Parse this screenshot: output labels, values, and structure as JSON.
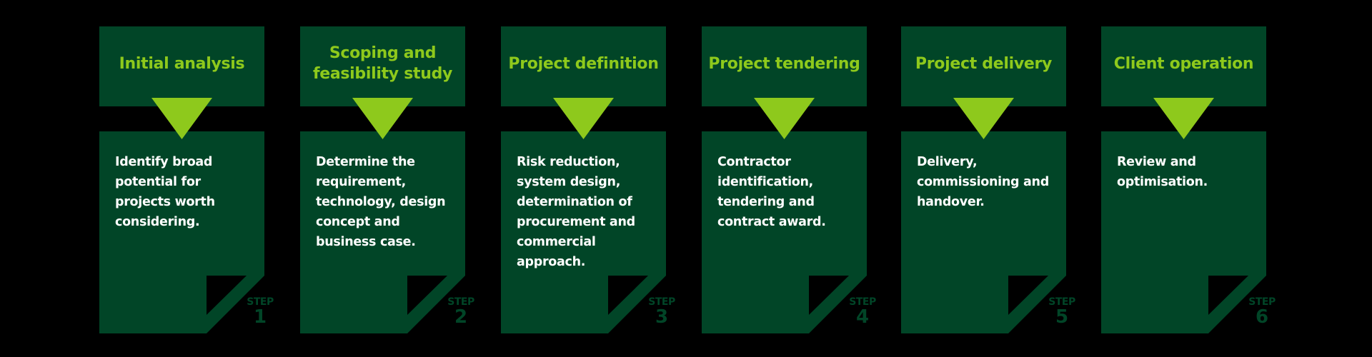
{
  "colors": {
    "background": "#000000",
    "card": "#014527",
    "accent": "#8ec91c",
    "body_text": "#ffffff"
  },
  "steps": [
    {
      "title": "Initial analysis",
      "description": "Identify broad potential for projects worth considering.",
      "step_word": "STEP",
      "step_number": "1"
    },
    {
      "title": "Scoping and feasibility study",
      "description": "Determine the requirement, technology, design concept and business case.",
      "step_word": "STEP",
      "step_number": "2"
    },
    {
      "title": "Project definition",
      "description": "Risk reduction, system design, determination of procurement and commercial approach.",
      "step_word": "STEP",
      "step_number": "3"
    },
    {
      "title": "Project tendering",
      "description": "Contractor identification, tendering and contract award.",
      "step_word": "STEP",
      "step_number": "4"
    },
    {
      "title": "Project delivery",
      "description": "Delivery, commissioning and handover.",
      "step_word": "STEP",
      "step_number": "5"
    },
    {
      "title": "Client operation",
      "description": "Review and optimisation.",
      "step_word": "STEP",
      "step_number": "6"
    }
  ]
}
